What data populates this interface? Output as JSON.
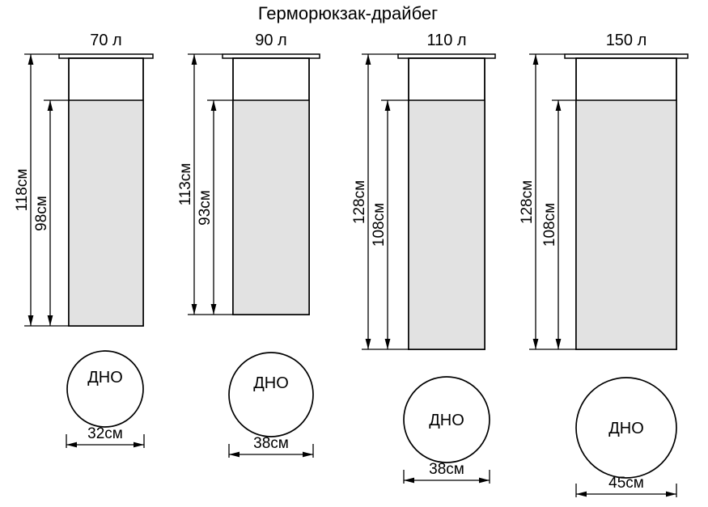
{
  "title": "Герморюкзак-драйбег",
  "bags": [
    {
      "volume": "70 л",
      "total_height": "118см",
      "body_height": "98см",
      "bottom_label": "ДНО",
      "bottom_diameter": "32см"
    },
    {
      "volume": "90 л",
      "total_height": "113см",
      "body_height": "93см",
      "bottom_label": "ДНО",
      "bottom_diameter": "38см"
    },
    {
      "volume": "110 л",
      "total_height": "128см",
      "body_height": "108см",
      "bottom_label": "ДНО",
      "bottom_diameter": "38см"
    },
    {
      "volume": "150 л",
      "total_height": "128см",
      "body_height": "108см",
      "bottom_label": "ДНО",
      "bottom_diameter": "45см"
    }
  ],
  "colors": {
    "bag_fill": "#e2e2e2",
    "line": "#000000",
    "background": "#ffffff"
  }
}
